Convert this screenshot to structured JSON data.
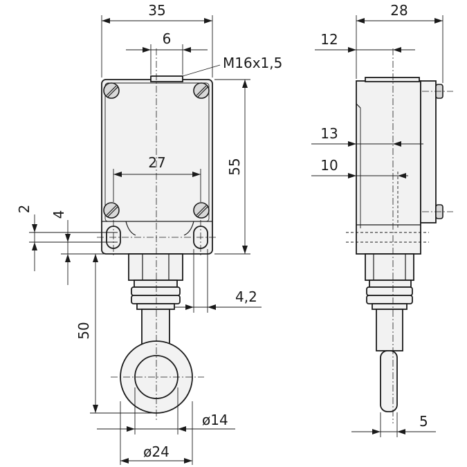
{
  "front_view": {
    "dims": {
      "width_35": "35",
      "thread_6": "6",
      "thread_spec": "M16x1,5",
      "hole_spacing_27": "27",
      "height_55": "55",
      "offset_2": "2",
      "offset_4": "4",
      "hole_4_2": "4,2",
      "lever_50": "50",
      "roller_d14": "ø14",
      "roller_d24": "ø24"
    }
  },
  "side_view": {
    "dims": {
      "depth_28": "28",
      "offset_12": "12",
      "offset_13": "13",
      "offset_10": "10",
      "plunger_5": "5"
    }
  },
  "colors": {
    "line": "#1a1a1a",
    "body_fill": "#f2f2f2",
    "background": "#ffffff"
  }
}
